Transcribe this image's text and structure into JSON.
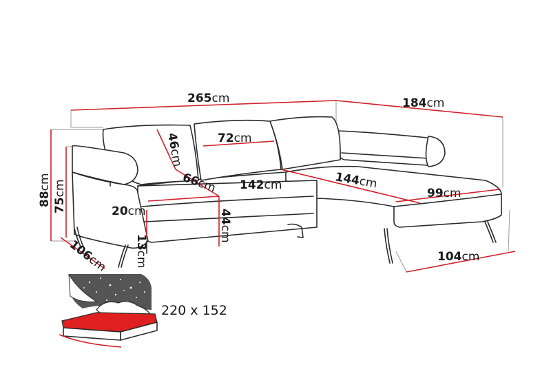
{
  "dimensions": {
    "total_width": {
      "value": "265",
      "unit": "cm"
    },
    "chaise_width": {
      "value": "184",
      "unit": "cm"
    },
    "backrest_height": {
      "value": "46",
      "unit": "cm"
    },
    "backrest_width": {
      "value": "72",
      "unit": "cm"
    },
    "total_height": {
      "value": "88",
      "unit": "cm"
    },
    "height_75": {
      "value": "75",
      "unit": "cm"
    },
    "seat_depth": {
      "value": "66",
      "unit": "cm"
    },
    "seat_width": {
      "value": "142",
      "unit": "cm"
    },
    "chaise_length": {
      "value": "144",
      "unit": "cm"
    },
    "chaise_depth": {
      "value": "99",
      "unit": "cm"
    },
    "armrest_width": {
      "value": "20",
      "unit": "cm"
    },
    "seat_height": {
      "value": "44",
      "unit": "cm"
    },
    "leg_height": {
      "value": "13",
      "unit": "cm"
    },
    "sofa_depth": {
      "value": "106",
      "unit": "cm"
    },
    "chaise_full_depth": {
      "value": "104",
      "unit": "cm"
    }
  },
  "bed": {
    "size_label": "220 x 152"
  },
  "colors": {
    "dimension_line": "#d0202a",
    "outline": "#2a2a2a",
    "guide": "#9a9a9a",
    "bed_surface": "#e02020",
    "night_panel": "#555555"
  }
}
